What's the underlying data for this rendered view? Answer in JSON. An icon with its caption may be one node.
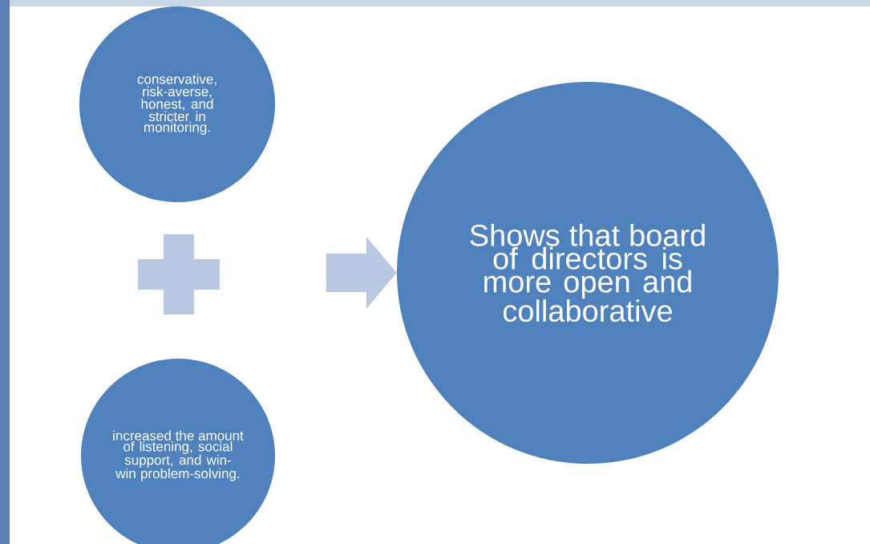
{
  "diagram": {
    "nodes": [
      {
        "text": [
          "conservative, risk-averse, honest, and stricter in monitoring."
        ]
      },
      {
        "text": [],
        "shape": "plus"
      },
      {
        "text": [
          "increased the amount of listening, social support, and win-win problem-solving."
        ]
      },
      {
        "text": [
          "Shows that board of directors is more open and collaborative"
        ]
      }
    ],
    "edges": [
      {
        "from": null,
        "to": 3,
        "arrow": "to"
      }
    ]
  }
}
